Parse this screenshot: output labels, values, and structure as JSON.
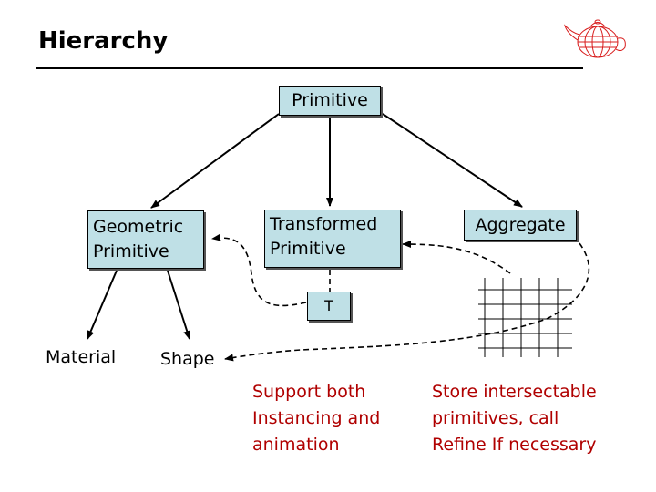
{
  "slide": {
    "title": "Hierarchy",
    "colors": {
      "box_fill": "#bfe0e6",
      "note_text": "#b00000",
      "logo": "#d81c1c"
    }
  },
  "diagram": {
    "nodes": {
      "primitive": "Primitive",
      "geometric": "Geometric\nPrimitive",
      "transformed": "Transformed\nPrimitive",
      "aggregate": "Aggregate",
      "transform": "T",
      "material": "Material",
      "shape": "Shape"
    },
    "notes": {
      "transformed": "Support both\nInstancing and\nanimation",
      "aggregate": "Store intersectable\nprimitives, call\nRefine If necessary"
    }
  },
  "logo": {
    "icon": "teapot-wireframe-icon"
  }
}
